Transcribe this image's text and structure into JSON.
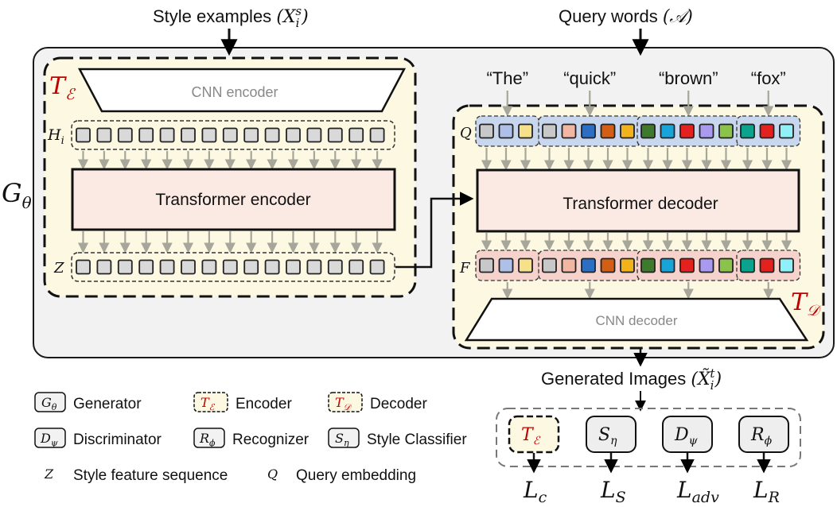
{
  "labels": {
    "style_examples": "Style examples",
    "style_examples_sym": "(X",
    "style_examples_sub": "i",
    "style_examples_sup": "s",
    "style_examples_close": ")",
    "query_words": "Query words",
    "query_words_sym": "(𝒜)",
    "generator_sym": "G",
    "generator_sub": "θ",
    "encoder_sym": "T",
    "encoder_sub": "ℰ",
    "decoder_sym": "T",
    "decoder_sub": "𝒟",
    "cnn_encoder": "CNN encoder",
    "cnn_decoder": "CNN decoder",
    "transformer_encoder": "Transformer encoder",
    "transformer_decoder": "Transformer decoder",
    "H_sym": "H",
    "H_sub": "i",
    "Z_sym": "Z",
    "Q_sym": "Q",
    "F_sym": "F",
    "generated_images": "Generated Images",
    "generated_sym": "(X̃",
    "generated_sub": "i",
    "generated_sup": "t",
    "generated_close": ")"
  },
  "query_tokens": [
    {
      "word": "“The”",
      "colors": [
        "#c8c8c8",
        "#aebfe8",
        "#f7e08a"
      ]
    },
    {
      "word": "“quick”",
      "colors": [
        "#c8c8c8",
        "#f2b7a2",
        "#2c6fc2",
        "#d35f17",
        "#f2b21b"
      ]
    },
    {
      "word": "“brown”",
      "colors": [
        "#3e7a2c",
        "#18a4d8",
        "#e3221f",
        "#a99af0",
        "#8bc34a"
      ]
    },
    {
      "word": "“fox”",
      "colors": [
        "#0aa48d",
        "#e3221f",
        "#8ff0f7"
      ]
    }
  ],
  "legend": {
    "generator": {
      "sym": "G",
      "sub": "θ",
      "label": "Generator"
    },
    "encoder": {
      "sym": "T",
      "sub": "ℰ",
      "label": "Encoder"
    },
    "decoder": {
      "sym": "T",
      "sub": "𝒟",
      "label": "Decoder"
    },
    "discriminator": {
      "sym": "D",
      "sub": "ψ",
      "label": "Discriminator"
    },
    "recognizer": {
      "sym": "R",
      "sub": "ϕ",
      "label": "Recognizer"
    },
    "style_classifier": {
      "sym": "S",
      "sub": "η",
      "label": "Style Classifier"
    },
    "z_def": {
      "sym": "Z",
      "label": "Style feature sequence"
    },
    "q_def": {
      "sym": "Q",
      "label": "Query embedding"
    }
  },
  "loss_modules": [
    {
      "sym": "T",
      "sub": "ℰ",
      "loss": "L",
      "loss_sub": "c",
      "red": true
    },
    {
      "sym": "S",
      "sub": "η",
      "loss": "L",
      "loss_sub": "S",
      "red": false
    },
    {
      "sym": "D",
      "sub": "ψ",
      "loss": "L",
      "loss_sub": "adv",
      "red": false
    },
    {
      "sym": "R",
      "sub": "ϕ",
      "loss": "L",
      "loss_sub": "R",
      "red": false
    }
  ],
  "colors": {
    "outer_panel": "#f2f2f2",
    "encoder_panel": "#fdf8e2",
    "transformer_fill": "#fbe9e3",
    "style_token": "#d9d9d9",
    "arrow_gray": "#a6a69a",
    "accent_red": "#c00000",
    "query_group": "#c9d7ee",
    "feature_group": "#f5d2cc",
    "loss_box": "#eeeeee"
  }
}
